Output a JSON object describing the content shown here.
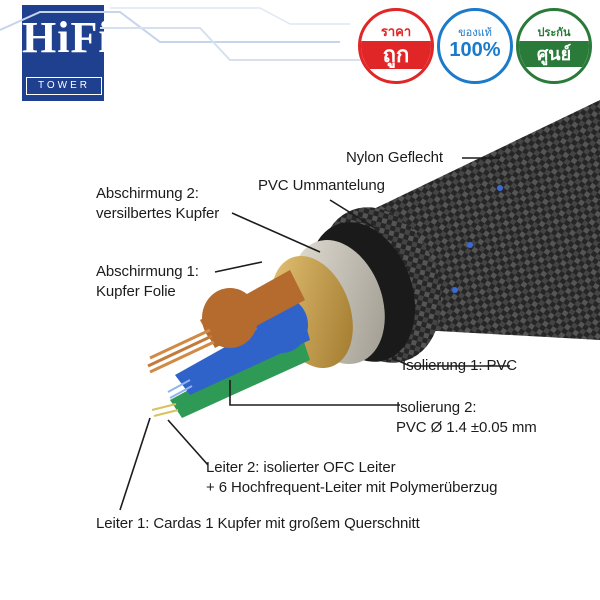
{
  "header": {
    "logo_main": "HiFi",
    "logo_sub": "TOWER",
    "badges": [
      {
        "top": "ราคา",
        "bottom": "ถูก"
      },
      {
        "top": "ของแท้",
        "bottom": "100%"
      },
      {
        "top": "ประกัน",
        "bottom": "ศูนย์"
      }
    ]
  },
  "labels": {
    "nylon": "Nylon Geflecht",
    "pvc_mantel": "PVC Ummantelung",
    "shield2_a": "Abschirmung 2:",
    "shield2_b": "versilbertes Kupfer",
    "shield1_a": "Abschirmung 1:",
    "shield1_b": "Kupfer Folie",
    "iso1": "Isolierung 1: PVC",
    "iso2_a": "Isolierung 2:",
    "iso2_b": "PVC Ø 1.4 ±0.05 mm",
    "conductor2_a": "Leiter 2: isolierter OFC Leiter",
    "conductor2_b": "+ 6 Hochfrequent-Leiter mit Polymerüberzug",
    "conductor1": "Leiter 1: Cardas 1 Kupfer mit großem Querschnitt"
  },
  "colors": {
    "brand_blue": "#1f3f8f",
    "copper": "#b56a2e",
    "blue_insulation": "#2f63c9",
    "green_insulation": "#2f9a55",
    "braid": "#2a2a2a",
    "shield_silver": "#c9c4b6"
  }
}
